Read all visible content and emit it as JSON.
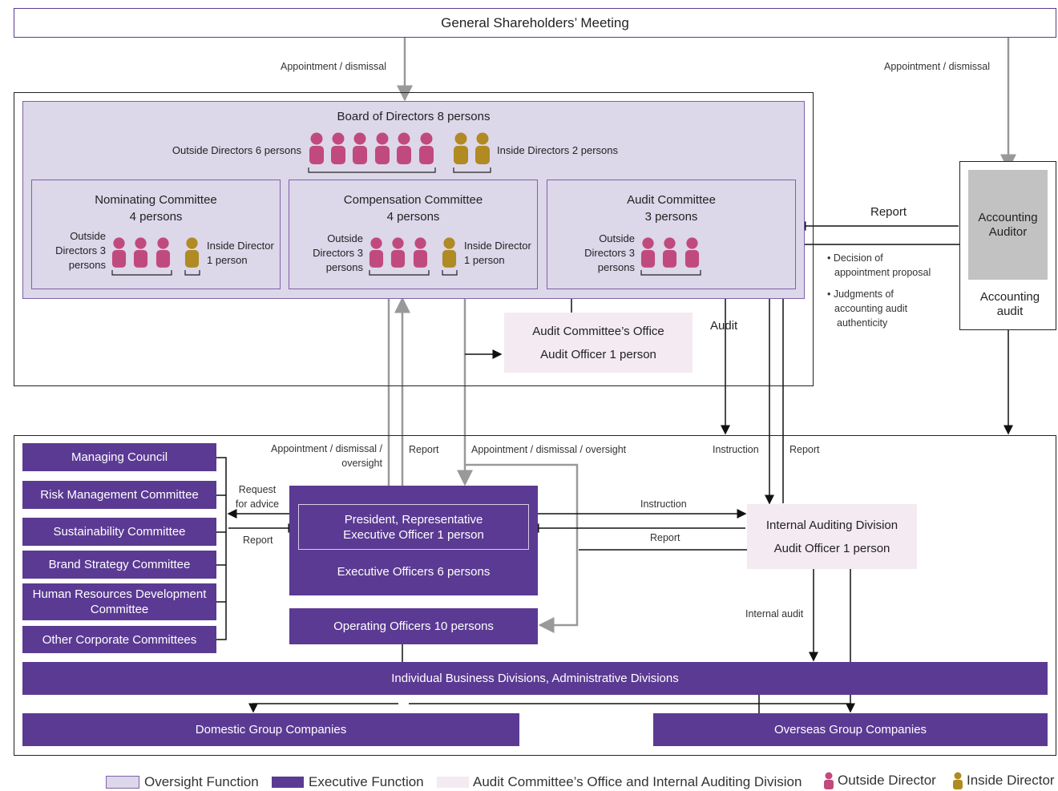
{
  "gsm": "General Shareholders’ Meeting",
  "lbl_appoint_left": "Appointment / dismissal",
  "lbl_appoint_right": "Appointment / dismissal",
  "board": {
    "title": "Board of Directors 8 persons",
    "outside": "Outside Directors 6 persons",
    "inside": "Inside Directors 2 persons"
  },
  "nominating": {
    "title": "Nominating Committee",
    "count": "4 persons",
    "outside_l1": "Outside",
    "outside_l2": "Directors 3",
    "outside_l3": "persons",
    "inside_l1": "Inside Director",
    "inside_l2": "1 person"
  },
  "compensation": {
    "title": "Compensation Committee",
    "count": "4 persons",
    "outside_l1": "Outside",
    "outside_l2": "Directors 3",
    "outside_l3": "persons",
    "inside_l1": "Inside Director",
    "inside_l2": "1 person"
  },
  "audit": {
    "title": "Audit Committee",
    "count": "3 persons",
    "outside_l1": "Outside",
    "outside_l2": "Directors 3",
    "outside_l3": "persons"
  },
  "accounting_auditor": {
    "l1": "Accounting",
    "l2": "Auditor"
  },
  "accounting_audit": {
    "l1": "Accounting",
    "l2": "audit"
  },
  "lbl_report_aa": "Report",
  "bullets": {
    "b1_l1": "Decision of",
    "b1_l2": "appointment proposal",
    "b2_l1": "Judgments of",
    "b2_l2": "accounting audit",
    "b2_l3": "authenticity"
  },
  "audit_office": {
    "l1": "Audit Committee’s Office",
    "l2": "Audit Officer 1 person"
  },
  "lbl_audit": "Audit",
  "lbl_appoint_oversight_l1": "Appointment / dismissal /",
  "lbl_appoint_oversight_l2": "oversight",
  "lbl_report_1": "Report",
  "lbl_appoint_oversight2": "Appointment / dismissal / oversight",
  "lbl_instruction_top": "Instruction",
  "lbl_report_top": "Report",
  "committees": [
    "Managing Council",
    "Risk Management Committee",
    "Sustainability Committee",
    "Brand Strategy Committee",
    "Human Resources Development Committee",
    "Other Corporate Committees"
  ],
  "lbl_request_l1": "Request",
  "lbl_request_l2": "for advice",
  "lbl_report_left": "Report",
  "president": {
    "l1": "President, Representative",
    "l2": "Executive Officer 1 person"
  },
  "exec_officers": "Executive Officers 6 persons",
  "operating": "Operating Officers 10 persons",
  "lbl_instruction_mid": "Instruction",
  "lbl_report_mid": "Report",
  "internal_audit_div": {
    "l1": "Internal Auditing Division",
    "l2": "Audit Officer 1 person"
  },
  "lbl_internal_audit": "Internal audit",
  "divisions": "Individual Business Divisions, Administrative Divisions",
  "domestic": "Domestic Group Companies",
  "overseas": "Overseas Group Companies",
  "legend": {
    "oversight": "Oversight Function",
    "executive": "Executive Function",
    "office": "Audit Committee’s Office and Internal Auditing Division",
    "outside": "Outside Director",
    "inside": "Inside Director"
  },
  "colors": {
    "outside_director": "#c04a7e",
    "inside_director": "#b08a22",
    "executive": "#5b3a93",
    "oversight": "#ddd7ea",
    "office": "#f3eaf2"
  }
}
